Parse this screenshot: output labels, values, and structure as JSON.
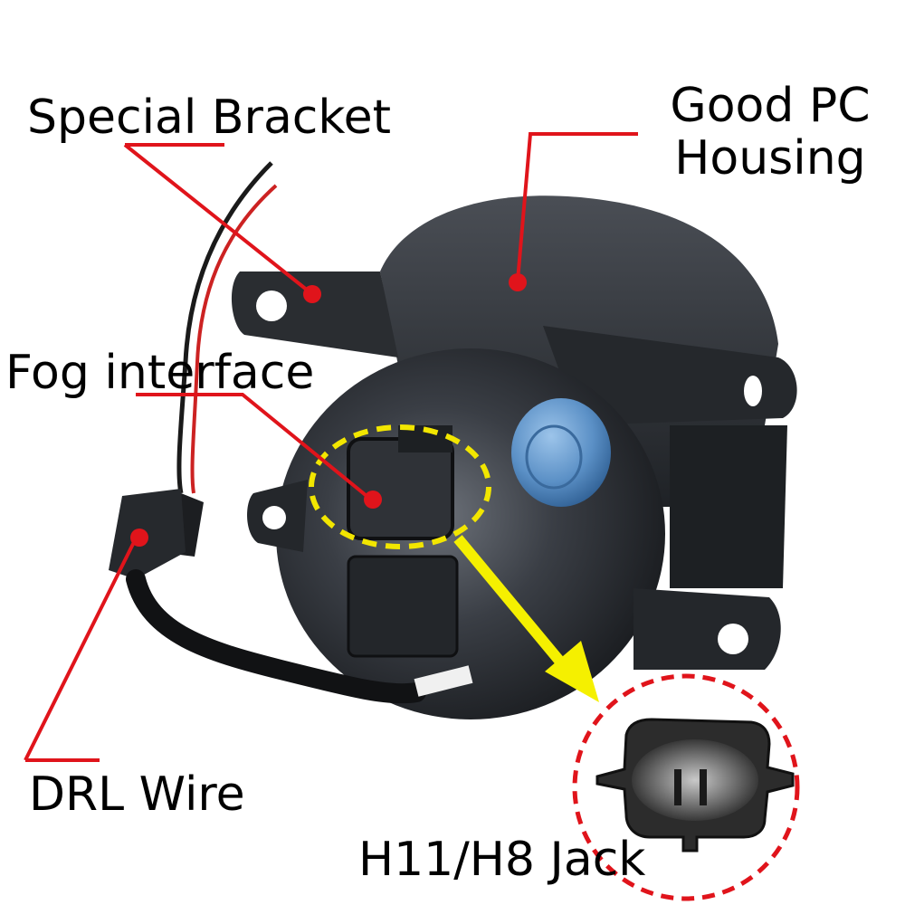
{
  "annotations": {
    "special_bracket": "Special Bracket",
    "housing_line1": "Good PC",
    "housing_line2": "Housing",
    "fog_interface": "Fog interface",
    "drl_wire": "DRL Wire",
    "jack": "H11/H8 Jack"
  },
  "colors": {
    "leader_line": "#e0141b",
    "highlight_ring": "#f2e600",
    "arrow": "#f5f000",
    "inset_ring": "#e0141b",
    "housing_body": "#2b2e33",
    "vent_cap": "#5a8fc4"
  }
}
